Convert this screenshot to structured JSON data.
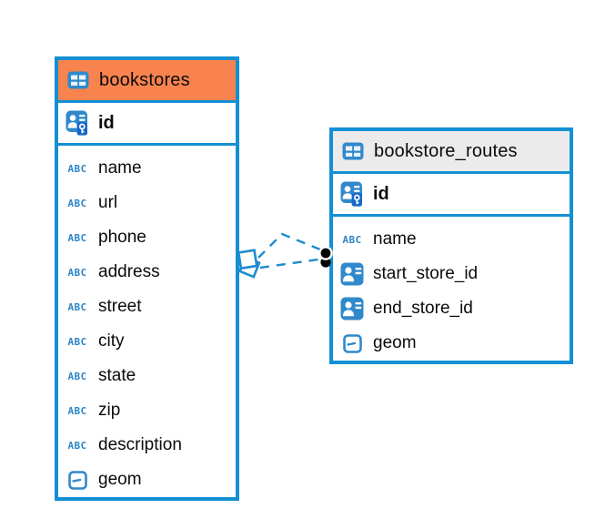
{
  "colors": {
    "accent_blue": "#1390d4",
    "icon_blue": "#3089cb",
    "key_badge_blue": "#1668c5",
    "bookstores_header_orange": "#f8834e",
    "routes_header_gray": "#ebebeb",
    "connector_dot_black": "#000000",
    "background": "#ffffff"
  },
  "icons": {
    "text_type_label": "ABC"
  },
  "tables": [
    {
      "name": "bookstores",
      "primary_key": "id",
      "columns": [
        "name",
        "url",
        "phone",
        "address",
        "street",
        "city",
        "state",
        "zip",
        "description",
        "geom"
      ]
    },
    {
      "name": "bookstore_routes",
      "primary_key": "id",
      "columns": [
        "name",
        "start_store_id",
        "end_store_id",
        "geom"
      ]
    }
  ],
  "relationship": {
    "connects": [
      "bookstores",
      "bookstore_routes"
    ],
    "line_style": "dashed",
    "line_count": 2
  }
}
